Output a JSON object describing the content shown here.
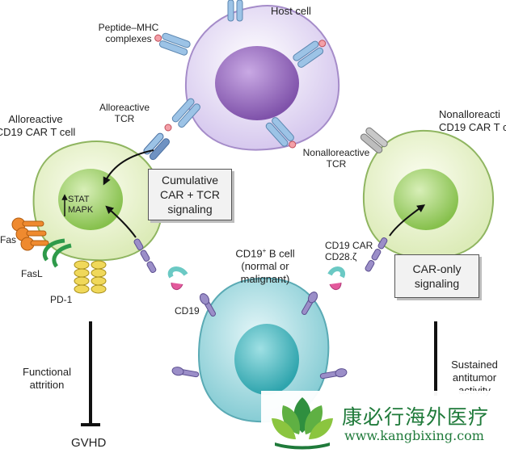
{
  "labels": {
    "host_cell": "Host cell",
    "peptide_mhc_line1": "Peptide–MHC",
    "peptide_mhc_line2": "complexes",
    "alloreactive_tcr_line1": "Alloreactive",
    "alloreactive_tcr_line2": "TCR",
    "alloreactive_cart_line1": "Alloreactive",
    "alloreactive_cart_line2": "CD19 CAR T cell",
    "nonalloreactive_cart_line1": "Nonalloreacti",
    "nonalloreactive_cart_line2": "CD19 CAR T c",
    "nonalloreactive_tcr_line1": "Nonalloreactive",
    "nonalloreactive_tcr_line2": "TCR",
    "stat": "STAT",
    "mapk": "MAPK",
    "fas": "Fas",
    "fasl": "FasL",
    "pd1": "PD-1",
    "cd19": "CD19",
    "bcell_line1": "CD19",
    "bcell_sup": "+",
    "bcell_line1b": " B cell",
    "bcell_line2": "(normal or",
    "bcell_line3": "malignant)",
    "car_line1": "CD19 CAR",
    "car_line2": "CD28.ζ",
    "functional_line1": "Functional",
    "functional_line2": "attrition",
    "gvhd": "GVHD",
    "sustained_line1": "Sustained",
    "sustained_line2": "antitumor",
    "sustained_line3": "activity"
  },
  "boxes": {
    "cumulative_line1": "Cumulative",
    "cumulative_line2": "CAR + TCR",
    "cumulative_line3": "signaling",
    "car_only_line1": "CAR-only",
    "car_only_line2": "signaling"
  },
  "watermark": {
    "chinese": "康必行海外医疗",
    "url": "www.kangbixing.com"
  },
  "colors": {
    "host_cell": "#d9cdef",
    "host_nucleus": "#8e63b8",
    "car_t_cell": "#e4efc6",
    "car_t_nucleus": "#8dc553",
    "b_cell": "#9fd6dc",
    "b_nucleus": "#3fb0b7",
    "tcr": "#9cc3e6",
    "car_receptor": "#9b8ec8",
    "fas": "#ef8a2f",
    "fasl": "#2e9a4a",
    "pd1": "#f0d85a",
    "watermark_green": "#1f7a3a"
  }
}
